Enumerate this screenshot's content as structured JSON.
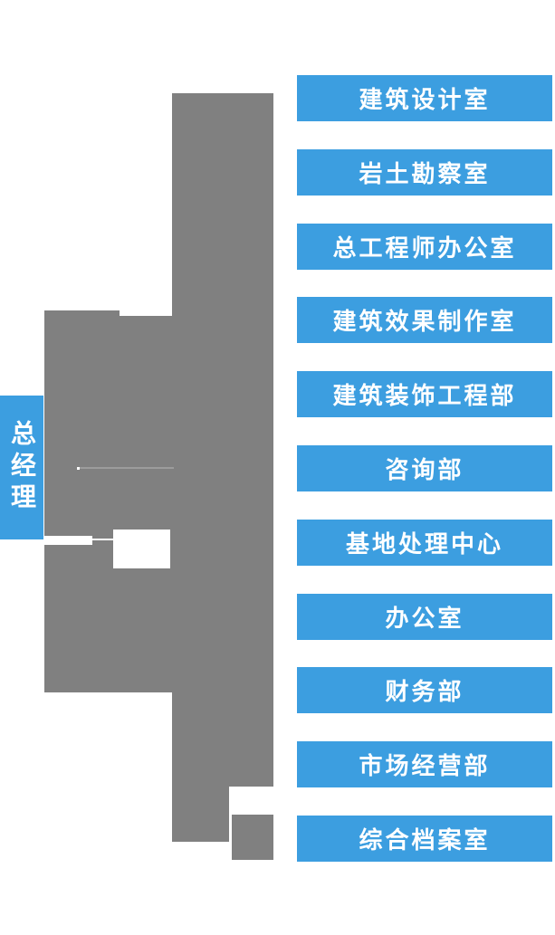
{
  "root_node": {
    "label": "总经理"
  },
  "departments": [
    {
      "label": "建筑设计室"
    },
    {
      "label": "岩土勘察室"
    },
    {
      "label": "总工程师办公室"
    },
    {
      "label": "建筑效果制作室"
    },
    {
      "label": "建筑装饰工程部"
    },
    {
      "label": "咨询部"
    },
    {
      "label": "基地处理中心"
    },
    {
      "label": "办公室"
    },
    {
      "label": "财务部"
    },
    {
      "label": "市场经营部"
    },
    {
      "label": "综合档案室"
    }
  ],
  "colors": {
    "node_blue": "#3C9EE0",
    "connector_gray": "#808080",
    "label_text": "#FFFFFF",
    "background": "#FFFFFF"
  }
}
